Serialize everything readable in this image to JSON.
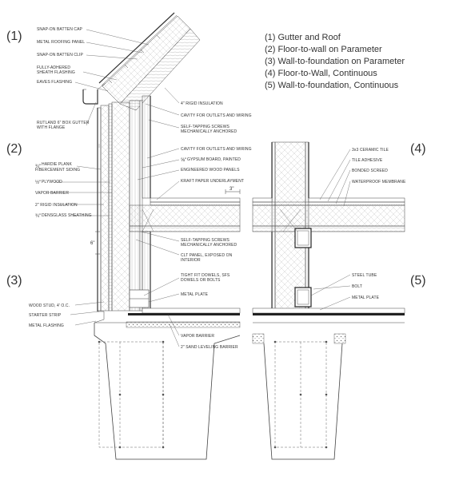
{
  "section_numbers": [
    "(1)",
    "(2)",
    "(3)",
    "(4)",
    "(5)"
  ],
  "legend": [
    "(1) Gutter and Roof",
    "(2) Floor-to-wall on Parameter",
    "(3) Wall-to-foundation on Parameter",
    "(4) Floor-to-Wall, Continuous",
    "(5) Wall-to-foundation, Continuous"
  ],
  "labels_roof": {
    "snap_cap": "SNAP-ON BATTEN CAP",
    "metal_panel": "METAL ROOFING PANEL",
    "snap_clip": "SNAP-ON BATTEN CLIP",
    "adhered_1": "FULLY-ADHERED",
    "adhered_2": "SHEATH FLASHING",
    "eaves": "EAVES FLASHING",
    "gutter_1": "RUTLAND 6\" BOX GUTTER",
    "gutter_2": "WITH FLANGE",
    "rigid4": "4\" RIGID INSULATION",
    "cavity": "CAVITY FOR OUTLETS AND WIRING",
    "screws_1": "SELF-TAPPING SCREWS",
    "screws_2": "MECHANICALLY ANCHORED"
  },
  "labels_wall": {
    "hardie_1": "HARDIE PLANK",
    "hardie_2": "FIBERCEMENT SIDING",
    "plywood": "PLYWOOD",
    "vapor": "VAPOR BARRIER",
    "rigid2": "2\" RIGID INSULATION",
    "dens": "DENSGLASS SHEATHING",
    "cavity": "CAVITY FOR OUTLETS AND WIRING",
    "gypsum": "GYPSUM BOARD, PAINTED",
    "eng": "ENGINEERED WOOD PANELS",
    "kraft": "KRAFT PAPER UNDERLAYMENT",
    "screws_1": "SELF-TAPPING SCREWS",
    "screws_2": "MECHANICALLY ANCHORED",
    "clt_1": "CLT PANEL, EXPOSED ON",
    "clt_2": "INTERIOR",
    "frac_hardie": "¾\"",
    "frac_plywood": "½\"",
    "frac_dens": "¾\"",
    "frac_gyp": "⅝\"",
    "dim_3": "3\"",
    "dim_6": "6\""
  },
  "labels_found_left": {
    "dowels_1": "TIGHT FIT DOWELS, SFS",
    "dowels_2": "DOWELS OR BOLTS",
    "metal_plate": "METAL PLATE",
    "stud": "WOOD STUD, 4' O.C.",
    "starter": "STARTER STRIP",
    "flashing": "METAL FLASHING",
    "vapor": "VAPOR BARRIER",
    "sand": "2\" SAND LEVELING BARRIER"
  },
  "labels_continuous": {
    "tile": "3x3 CERAMIC TILE",
    "adhesive": "TILE ADHESIVE",
    "screed": "BONDED SCREED",
    "membrane": "WATERPROOF MEMBRANE",
    "tube": "STEEL TUBE",
    "bolt": "BOLT",
    "plate": "METAL PLATE"
  }
}
